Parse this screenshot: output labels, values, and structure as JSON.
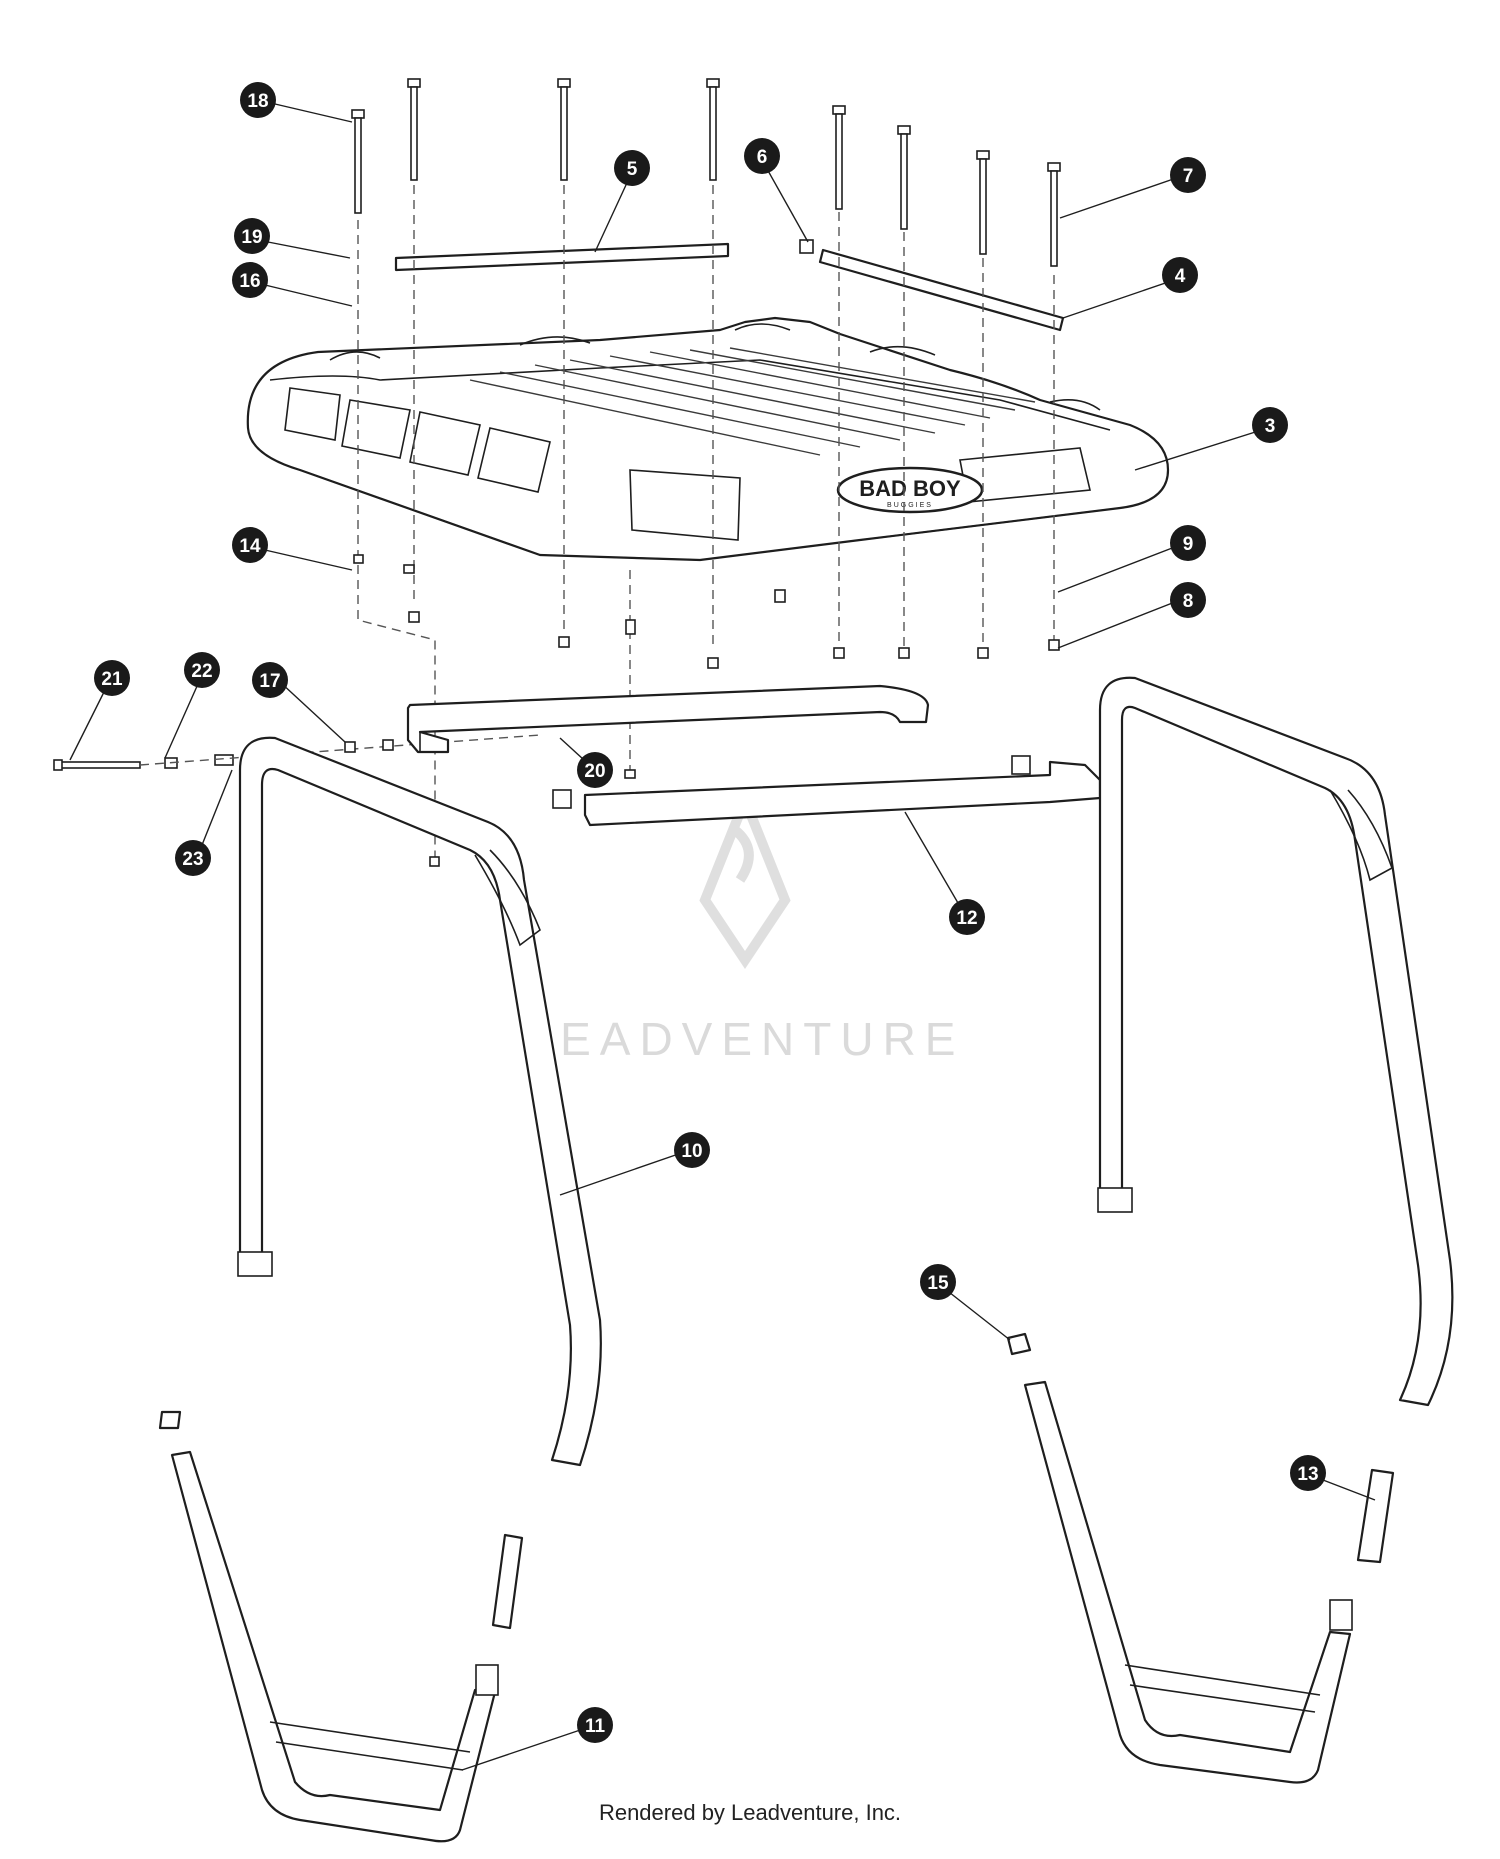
{
  "diagram": {
    "logo": {
      "text": "BAD BOY",
      "subtext": "BUGGIES"
    },
    "watermark": {
      "text": "LEADVENTURE"
    },
    "callouts": [
      {
        "id": "c18",
        "label": "18"
      },
      {
        "id": "c5",
        "label": "5"
      },
      {
        "id": "c6",
        "label": "6"
      },
      {
        "id": "c7",
        "label": "7"
      },
      {
        "id": "c19",
        "label": "19"
      },
      {
        "id": "c16",
        "label": "16"
      },
      {
        "id": "c4",
        "label": "4"
      },
      {
        "id": "c3",
        "label": "3"
      },
      {
        "id": "c14",
        "label": "14"
      },
      {
        "id": "c9",
        "label": "9"
      },
      {
        "id": "c8",
        "label": "8"
      },
      {
        "id": "c21",
        "label": "21"
      },
      {
        "id": "c22",
        "label": "22"
      },
      {
        "id": "c17",
        "label": "17"
      },
      {
        "id": "c20",
        "label": "20"
      },
      {
        "id": "c23",
        "label": "23"
      },
      {
        "id": "c12",
        "label": "12"
      },
      {
        "id": "c10",
        "label": "10"
      },
      {
        "id": "c15",
        "label": "15"
      },
      {
        "id": "c13",
        "label": "13"
      },
      {
        "id": "c11",
        "label": "11"
      }
    ],
    "footer": "Rendered by Leadventure, Inc."
  }
}
